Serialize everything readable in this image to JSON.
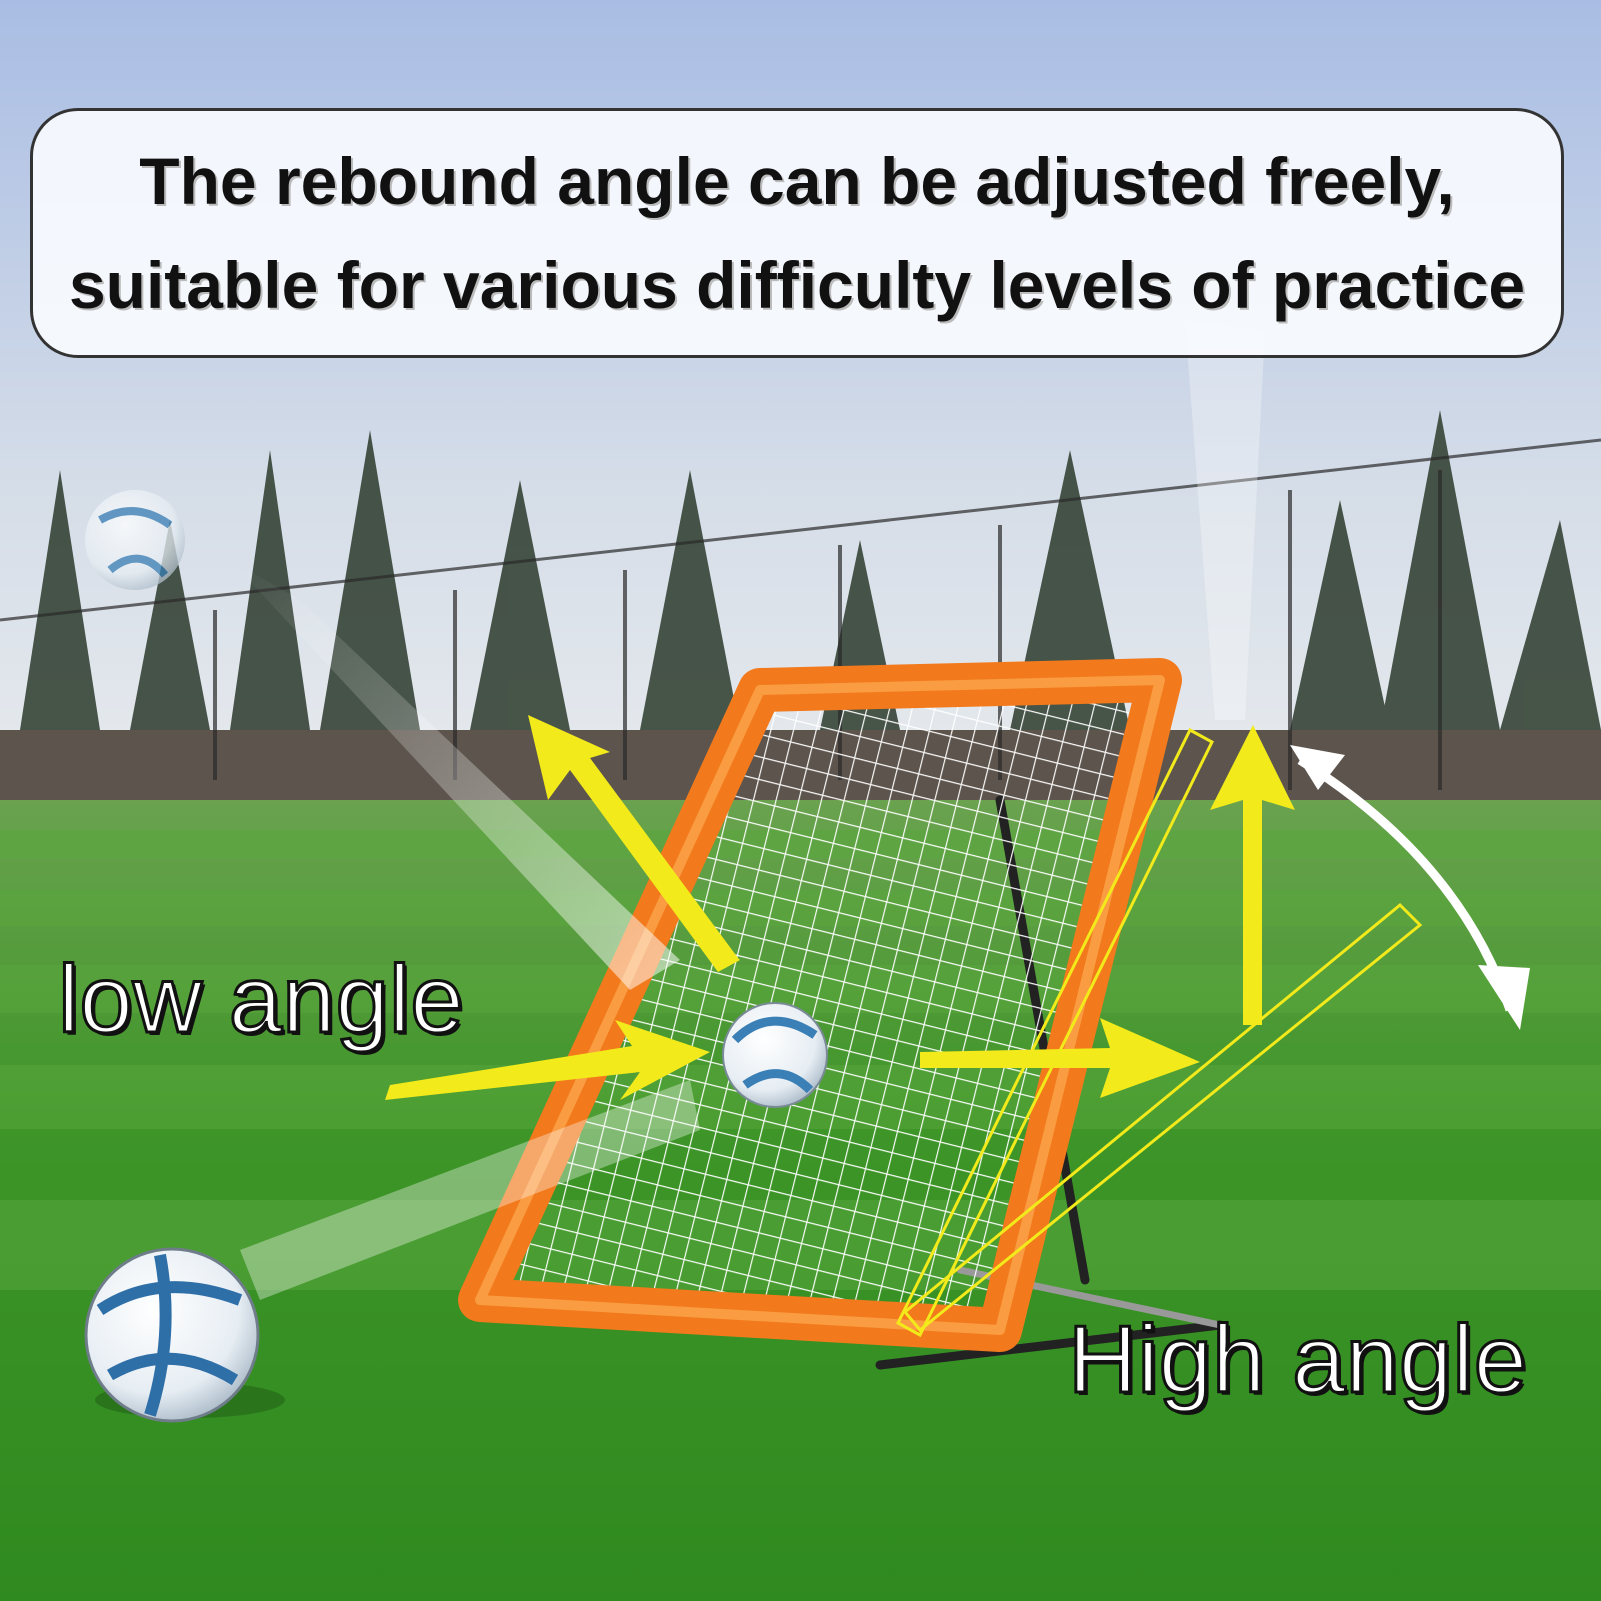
{
  "caption": {
    "line1": "The rebound angle can be adjusted freely,",
    "line2": "suitable for various difficulty levels of practice"
  },
  "labels": {
    "low": "low angle",
    "high": "High angle"
  },
  "colors": {
    "frame": "#f27a1c",
    "arrow": "#f2ea1a",
    "grass": "#3f9a2c",
    "sky": "#b9c9e6"
  }
}
